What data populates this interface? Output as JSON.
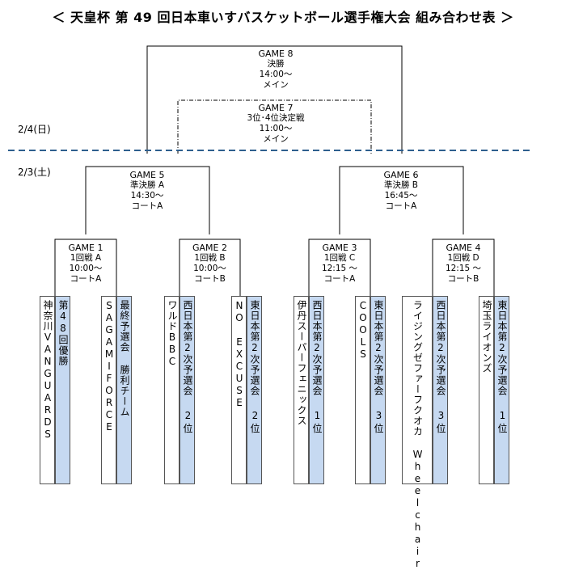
{
  "title": "＜ 天皇杯 第 49 回日本車いすバスケットボール選手権大会 組み合わせ表 ＞",
  "dates": {
    "day2": "2/4(日)",
    "day1": "2/3(土)"
  },
  "games": {
    "g8": {
      "name": "GAME 8",
      "round": "決勝",
      "time": "14:00～",
      "court": "メイン"
    },
    "g7": {
      "name": "GAME 7",
      "round": "3位･4位決定戦",
      "time": "11:00～",
      "court": "メイン"
    },
    "g5": {
      "name": "GAME 5",
      "round": "準決勝 A",
      "time": "14:30～",
      "court": "コートA"
    },
    "g6": {
      "name": "GAME 6",
      "round": "準決勝 B",
      "time": "16:45～",
      "court": "コートA"
    },
    "g1": {
      "name": "GAME 1",
      "round": "1回戦 A",
      "time": "10:00～",
      "court": "コートA"
    },
    "g2": {
      "name": "GAME 2",
      "round": "1回戦 B",
      "time": "10:00～",
      "court": "コートB"
    },
    "g3": {
      "name": "GAME 3",
      "round": "1回戦 C",
      "time": "12:15 ～",
      "court": "コートA"
    },
    "g4": {
      "name": "GAME 4",
      "round": "1回戦 D",
      "time": "12:15 ～",
      "court": "コートB"
    }
  },
  "teams": [
    {
      "name": "神奈川VANGUARDS"
    },
    {
      "qual": "第48回優勝"
    },
    {
      "name": "SAGAMIFORCE"
    },
    {
      "qual": "最終予選会 勝利チーム"
    },
    {
      "name": "ワルドBBC"
    },
    {
      "qual": "西日本第2次予選会",
      "rank": "2位"
    },
    {
      "name": "NO EXCUSE"
    },
    {
      "qual": "東日本第2次予選会",
      "rank": "2位"
    },
    {
      "name": "伊丹スーパーフェニックス"
    },
    {
      "qual": "西日本第2次予選会",
      "rank": "1位"
    },
    {
      "name": "COOLS"
    },
    {
      "qual": "東日本第2次予選会",
      "rank": "3位"
    },
    {
      "name": "ライジングゼファーフクオカ Wheelchair"
    },
    {
      "qual": "西日本第2次予選会",
      "rank": "3位"
    },
    {
      "name": "埼玉ライオンズ"
    },
    {
      "qual": "東日本第2次予選会",
      "rank": "1位"
    }
  ]
}
